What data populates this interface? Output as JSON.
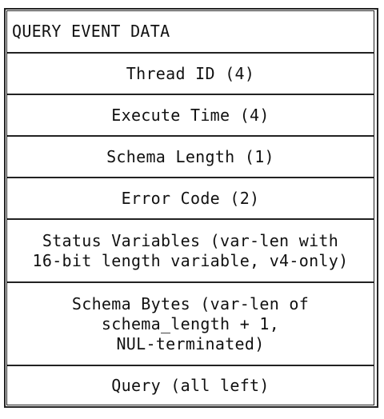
{
  "diagram": {
    "title": "QUERY EVENT DATA",
    "fields": [
      "Thread ID (4)",
      "Execute Time (4)",
      "Schema Length (1)",
      "Error Code (2)",
      "Status Variables (var-len with\n16-bit length variable, v4-only)",
      "Schema Bytes (var-len of\nschema_length + 1,\nNUL-terminated)",
      "Query (all left)"
    ]
  }
}
